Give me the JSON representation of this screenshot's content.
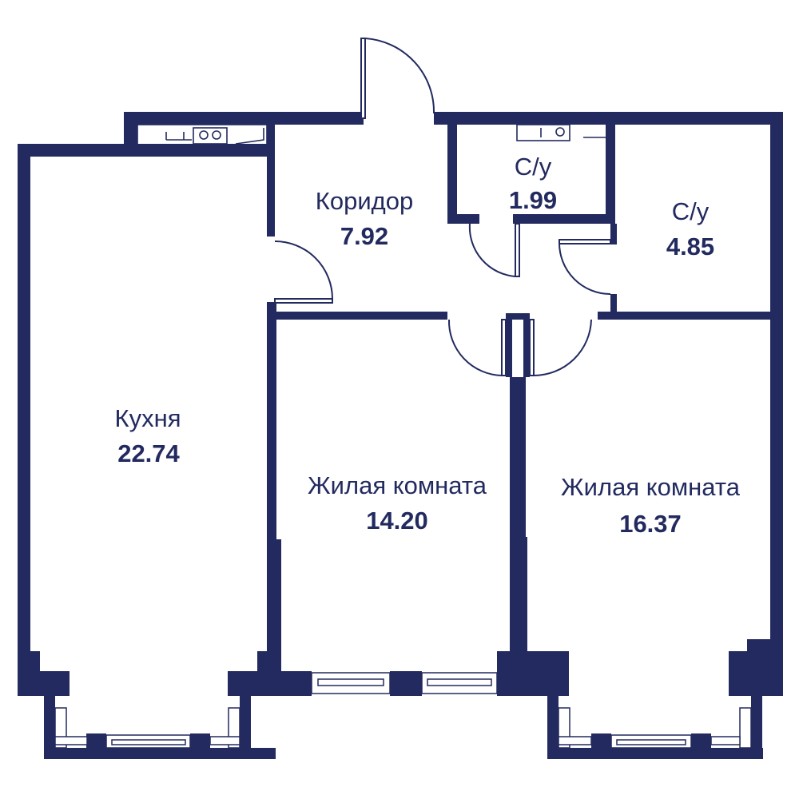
{
  "colors": {
    "wall": "#222a5f",
    "background": "#ffffff"
  },
  "rooms": {
    "kitchen": {
      "name": "Кухня",
      "area": "22.74"
    },
    "corridor": {
      "name": "Коридор",
      "area": "7.92"
    },
    "bath_small": {
      "name": "С/у",
      "area": "1.99"
    },
    "bath_large": {
      "name": "С/у",
      "area": "4.85"
    },
    "living_1": {
      "name": "Жилая комната",
      "area": "14.20"
    },
    "living_2": {
      "name": "Жилая комната",
      "area": "16.37"
    }
  }
}
